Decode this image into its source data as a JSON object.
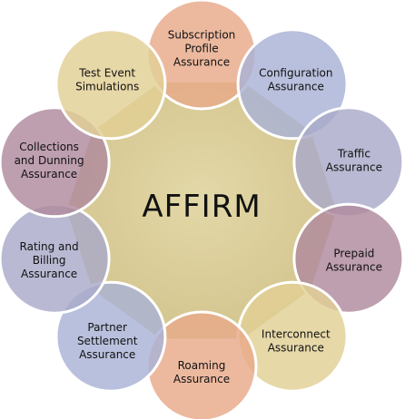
{
  "center": {
    "label": "AFFIRM",
    "color": "#d9cc9a"
  },
  "nodes": [
    {
      "id": "subscription-profile",
      "lines": [
        "Subscription",
        "Profile",
        "Assurance"
      ],
      "color": "#e8a98a"
    },
    {
      "id": "configuration",
      "lines": [
        "Configuration",
        "Assurance"
      ],
      "color": "#a9b2d6"
    },
    {
      "id": "traffic",
      "lines": [
        "Traffic",
        "Assurance"
      ],
      "color": "#a9a9c9"
    },
    {
      "id": "prepaid",
      "lines": [
        "Prepaid",
        "Assurance"
      ],
      "color": "#b08a9e"
    },
    {
      "id": "interconnect",
      "lines": [
        "Interconnect",
        "Assurance"
      ],
      "color": "#e2cf95"
    },
    {
      "id": "roaming",
      "lines": [
        "Roaming",
        "Assurance"
      ],
      "color": "#e8a98a"
    },
    {
      "id": "partner-settlement",
      "lines": [
        "Partner",
        "Settlement",
        "Assurance"
      ],
      "color": "#a9b2d6"
    },
    {
      "id": "rating-billing",
      "lines": [
        "Rating and",
        "Billing",
        "Assurance"
      ],
      "color": "#a9a9c9"
    },
    {
      "id": "collections-dunning",
      "lines": [
        "Collections",
        "and Dunning",
        "Assurance"
      ],
      "color": "#b08a9e"
    },
    {
      "id": "test-event",
      "lines": [
        "Test Event",
        "Simulations"
      ],
      "color": "#e2cf95"
    }
  ]
}
